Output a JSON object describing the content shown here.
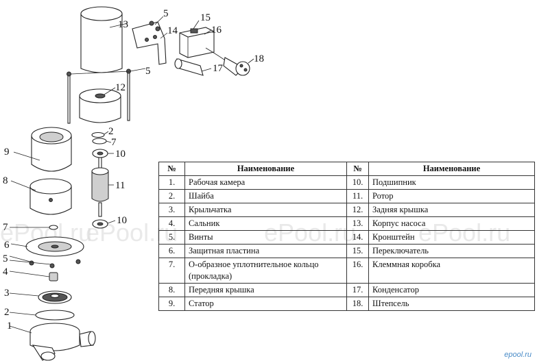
{
  "table": {
    "headers": [
      "№",
      "Наименование",
      "№",
      "Наименование"
    ],
    "rows": [
      [
        "1.",
        "Рабочая камера",
        "10.",
        "Подшипник"
      ],
      [
        "2.",
        "Шайба",
        "11.",
        "Ротор"
      ],
      [
        "3.",
        "Крыльчатка",
        "12.",
        "Задняя крышка"
      ],
      [
        "4.",
        "Сальник",
        "13.",
        "Корпус насоса"
      ],
      [
        "5.",
        "Винты",
        "14.",
        "Кронштейн"
      ],
      [
        "6.",
        "Защитная пластина",
        "15.",
        "Переключатель"
      ],
      [
        "7.",
        "О-образное уплотнительное кольцо (прокладка)",
        "16.",
        "Клеммная коробка"
      ],
      [
        "8.",
        "Передняя крышка",
        "17.",
        "Конденсатор"
      ],
      [
        "9.",
        "Статор",
        "18.",
        "Штепсель"
      ]
    ]
  },
  "callouts": {
    "n1": "1",
    "n2": "2",
    "n3": "3",
    "n4": "4",
    "n5": "5",
    "n6": "6",
    "n7": "7",
    "n8": "8",
    "n9": "9",
    "n10": "10",
    "n11": "11",
    "n12": "12",
    "n13": "13",
    "n14": "14",
    "n15": "15",
    "n16": "16",
    "n17": "17",
    "n18": "18"
  },
  "watermark": {
    "text": "ePool.ru"
  },
  "brand": {
    "text": "epool.ru"
  }
}
